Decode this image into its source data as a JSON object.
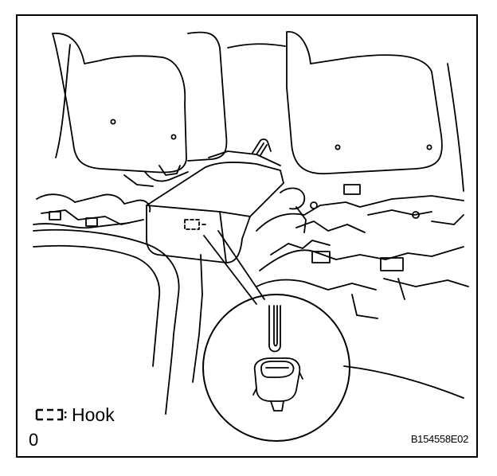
{
  "legend": {
    "symbol_icon": "hook-marker-icon",
    "label": "Hook"
  },
  "corner_mark": "0",
  "figure_code": "B154558E02",
  "colors": {
    "line": "#000000",
    "background": "#ffffff"
  }
}
